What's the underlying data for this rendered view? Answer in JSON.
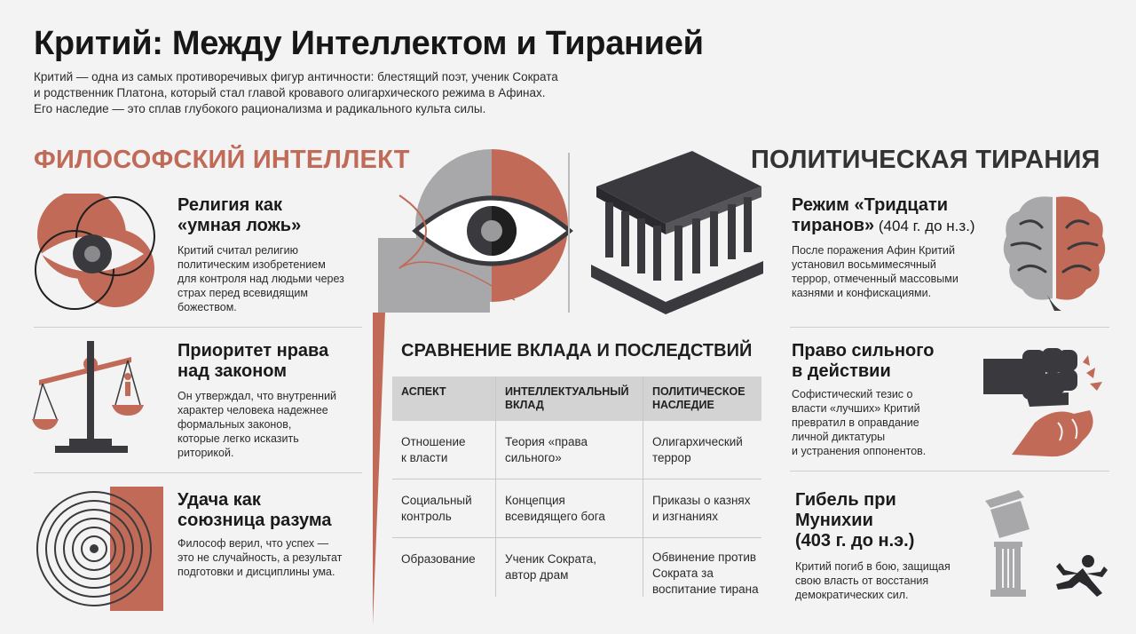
{
  "header": {
    "title": "Критий: Между Интеллектом и Тиранией",
    "intro_lines": [
      "Критий — одна из самых противоречивых фигур античности: блестящий поэт, ученик Сократа",
      "и родственник Платона, который стал главой кровавого олигархического режима в Афинах.",
      "Его наследие — это сплав глубокого рационализма и радикального культа силы."
    ]
  },
  "sections": {
    "left_title": "ФИЛОСОФСКИЙ ИНТЕЛЛЕКТ",
    "right_title": "ПОЛИТИЧЕСКАЯ ТИРАНИЯ"
  },
  "left_features": [
    {
      "title_lines": [
        "Религия как",
        "«умная ложь»"
      ],
      "text_lines": [
        "Критий считал религию",
        "политическим изобретением",
        "для контроля над людьми через",
        "страх перед всевидящим",
        "божеством."
      ],
      "icon": "overlapping-circles-eye-icon"
    },
    {
      "title_lines": [
        "Приоритет нрава",
        "над законом"
      ],
      "text_lines": [
        "Он утверждал, что внутренний",
        "характер человека надежнее",
        "формальных законов,",
        "которые легко исказить",
        "риторикой."
      ],
      "icon": "scales-icon"
    },
    {
      "title_lines": [
        "Удача как",
        "союзница разума"
      ],
      "text_lines": [
        "Философ верил, что успех —",
        "это не случайность, а результат",
        "подготовки и дисциплины ума."
      ],
      "icon": "concentric-circles-icon"
    }
  ],
  "right_features": [
    {
      "title_lines": [
        "Режим «Тридцати",
        "тиранов»"
      ],
      "title_suffix": " (404 г. до н.з.)",
      "text_lines": [
        "После поражения Афин Критий",
        "установил восьмимесячный",
        "террор, отмеченный массовыми",
        "казнями и конфискациями."
      ],
      "icon": "brain-icon"
    },
    {
      "title_lines": [
        "Право сильного",
        "в действии"
      ],
      "title_suffix": "",
      "text_lines": [
        "Софистический тезис о",
        "власти «лучших» Критий",
        "превратил в оправдание",
        "личной диктатуры",
        "и устранения оппонентов."
      ],
      "icon": "fist-icon"
    },
    {
      "title_lines": [
        "Гибель при",
        "Мунихии",
        "(403 г. до н.э.)"
      ],
      "title_suffix": "",
      "text_lines": [
        "Критий погиб в бою, защищая",
        "свою власть от восстания",
        "демократических сил."
      ],
      "icon": "falling-column-icon"
    }
  ],
  "table": {
    "title": "СРАВНЕНИЕ ВКЛАДА И ПОСЛЕДСТВИЙ",
    "headers": [
      [
        "АСПЕКТ"
      ],
      [
        "ИНТЕЛЛЕКТУАЛЬНЫЙ",
        "ВКЛАД"
      ],
      [
        "ПОЛИТИЧЕСКОЕ",
        "НАСЛЕДИЕ"
      ]
    ],
    "rows": [
      [
        [
          "Отношение",
          "к власти"
        ],
        [
          "Теория «права",
          "сильного»"
        ],
        [
          "Олигархический",
          "террор"
        ]
      ],
      [
        [
          "Социальный",
          "контроль"
        ],
        [
          "Концепция",
          "всевидящего бога"
        ],
        [
          "Приказы о казнях",
          "и изгнаниях"
        ]
      ],
      [
        [
          "Образование"
        ],
        [
          "Ученик Сократа,",
          "автор драм"
        ],
        [
          "Обвинение против",
          "Сократа за",
          "воспитание тирана"
        ]
      ]
    ]
  },
  "colors": {
    "accent": "#c06a57",
    "dark": "#3a3a3e",
    "gray": "#a8a8ab",
    "light_gray": "#d3d3d3",
    "background": "#f3f3f3"
  }
}
